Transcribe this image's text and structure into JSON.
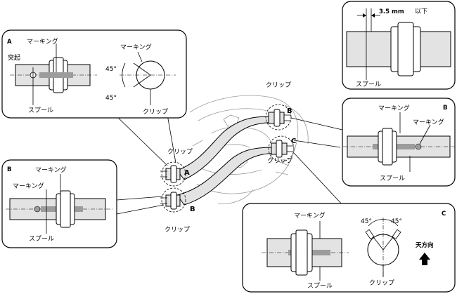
{
  "main": {
    "clip_top_left": "クリップ",
    "clip_bottom_left": "クリップ",
    "clip_top_right": "クリップ",
    "clip_bottom_right": "クリップ",
    "callout_a": "A",
    "callout_b": "B",
    "callout_c": "C"
  },
  "panel_a": {
    "title": "A",
    "marking": "マーキング",
    "protrusion": "突起",
    "spool": "スプール",
    "marking_end": "マーキング",
    "angle_top": "45°",
    "angle_bottom": "45°",
    "clip": "クリップ"
  },
  "panel_b_left": {
    "title": "B",
    "marking_top": "マーキング",
    "marking_left": "マーキング",
    "spool": "スプール"
  },
  "clearance_panel": {
    "dimension": "3.5 mm",
    "qualifier": "以下",
    "spool": "スプール"
  },
  "panel_b_right": {
    "title": "B",
    "marking_top": "マーキング",
    "marking_right": "マーキング",
    "spool": "スプール"
  },
  "panel_c": {
    "title": "C",
    "marking": "マーキング",
    "angle_left": "45°",
    "angle_right": "45°",
    "upward": "天方向",
    "spool": "スプール",
    "clip": "クリップ"
  }
}
